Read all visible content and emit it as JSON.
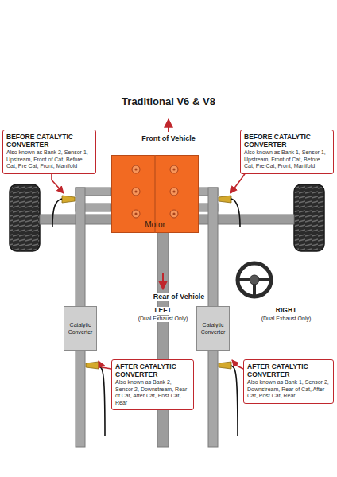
{
  "diagram": {
    "title": "Traditional V6 & V8",
    "nodes": [
      {
        "text": [
          "BEFORE CATALYTIC CONVERTER",
          "Also known as Bank 2, Sensor 1, Upstream, Front of Cat, Before Cat, Pre Cat, Front, Manifold"
        ]
      },
      {
        "text": [
          "Motor"
        ]
      },
      {
        "text": [
          "BEFORE CATALYTIC CONVERTER",
          "Also known as Bank 1, Sensor 1, Upstream, Front of Cat, Before Cat, Pre Cat, Front, Manifold"
        ]
      },
      {
        "text": [
          "Catalytic Converter"
        ]
      },
      {
        "text": [
          "Catalytic Converter"
        ]
      },
      {
        "text": [
          "AFTER CATALYTIC CONVERTER",
          "Also known as Bank 2, Sensor 2, Downstream, Rear of Cat, After Cat, Post Cat, Rear"
        ]
      },
      {
        "text": [
          "AFTER CATALYTIC CONVERTER",
          "Also known as Bank 1, Sensor 2, Downstream, Rear of Cat, After Cat, Post Cat, Rear"
        ]
      }
    ],
    "labels": [
      "Front of Vehicle",
      "Rear of Vehicle",
      "LEFT",
      "(Dual Exhaust Only)",
      "RIGHT",
      "(Dual Exhaust Only)"
    ]
  }
}
